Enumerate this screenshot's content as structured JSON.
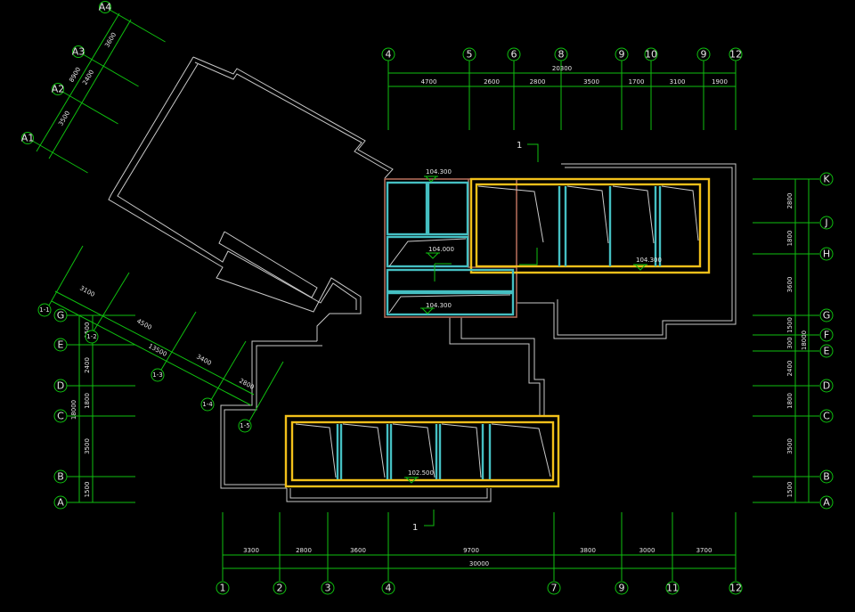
{
  "colors": {
    "background": "#000000",
    "grid": "#0fbf0f",
    "wall": "#c8c8c8",
    "room": "#45bfc2",
    "highlight": "#f2c01a",
    "brown": "#b06a58",
    "text": "#e6e6e6"
  },
  "axes_top": [
    {
      "label": "4"
    },
    {
      "label": "5"
    },
    {
      "label": "6"
    },
    {
      "label": "8"
    },
    {
      "label": "9"
    },
    {
      "label": "10"
    },
    {
      "label": "9"
    },
    {
      "label": "12"
    }
  ],
  "dims_top": [
    "4700",
    "2600",
    "2800",
    "3500",
    "1700",
    "3100",
    "1900"
  ],
  "dims_top_total": "20300",
  "axes_bottom": [
    {
      "label": "1"
    },
    {
      "label": "2"
    },
    {
      "label": "3"
    },
    {
      "label": "4"
    },
    {
      "label": "7"
    },
    {
      "label": "9"
    },
    {
      "label": "11"
    },
    {
      "label": "12"
    }
  ],
  "dims_bottom": [
    "3300",
    "2800",
    "3600",
    "9700",
    "3800",
    "3000",
    "3700"
  ],
  "dims_bottom_total": "30000",
  "axes_right": [
    {
      "label": "K"
    },
    {
      "label": "J"
    },
    {
      "label": "H"
    },
    {
      "label": "G"
    },
    {
      "label": "F"
    },
    {
      "label": "E"
    },
    {
      "label": "D"
    },
    {
      "label": "C"
    },
    {
      "label": "B"
    },
    {
      "label": "A"
    }
  ],
  "dims_right": [
    "2800",
    "1800",
    "3600",
    "1500",
    "2400",
    "1800",
    "3500",
    "1500"
  ],
  "dims_right_small": "300",
  "dims_right_total": "18000",
  "axes_left": [
    {
      "label": "G"
    },
    {
      "label": "E"
    },
    {
      "label": "D"
    },
    {
      "label": "C"
    },
    {
      "label": "B"
    },
    {
      "label": "A"
    }
  ],
  "dims_left": [
    "1500",
    "2400",
    "1800",
    "3500",
    "1500"
  ],
  "dims_left_total": "18000",
  "axes_upper_left": [
    {
      "label": "A4"
    },
    {
      "label": "A3"
    },
    {
      "label": "A2"
    },
    {
      "label": "A1"
    }
  ],
  "dims_upper_left": [
    "3600",
    "2400",
    "3500"
  ],
  "dims_upper_left_total": "8900",
  "axes_diag": [
    {
      "label": "1-1"
    },
    {
      "label": "1-2"
    },
    {
      "label": "1-3"
    },
    {
      "label": "1-4"
    },
    {
      "label": "1-5"
    }
  ],
  "dims_diag": [
    "3100",
    "4500",
    "3400",
    "2800"
  ],
  "dims_diag_total": "13500",
  "elevations": {
    "e1": "104.300",
    "e2": "104.000",
    "e3": "104.300",
    "e4": "104.300",
    "e5": "102.500"
  },
  "section_marks": {
    "top": "1",
    "bottom": "1"
  }
}
